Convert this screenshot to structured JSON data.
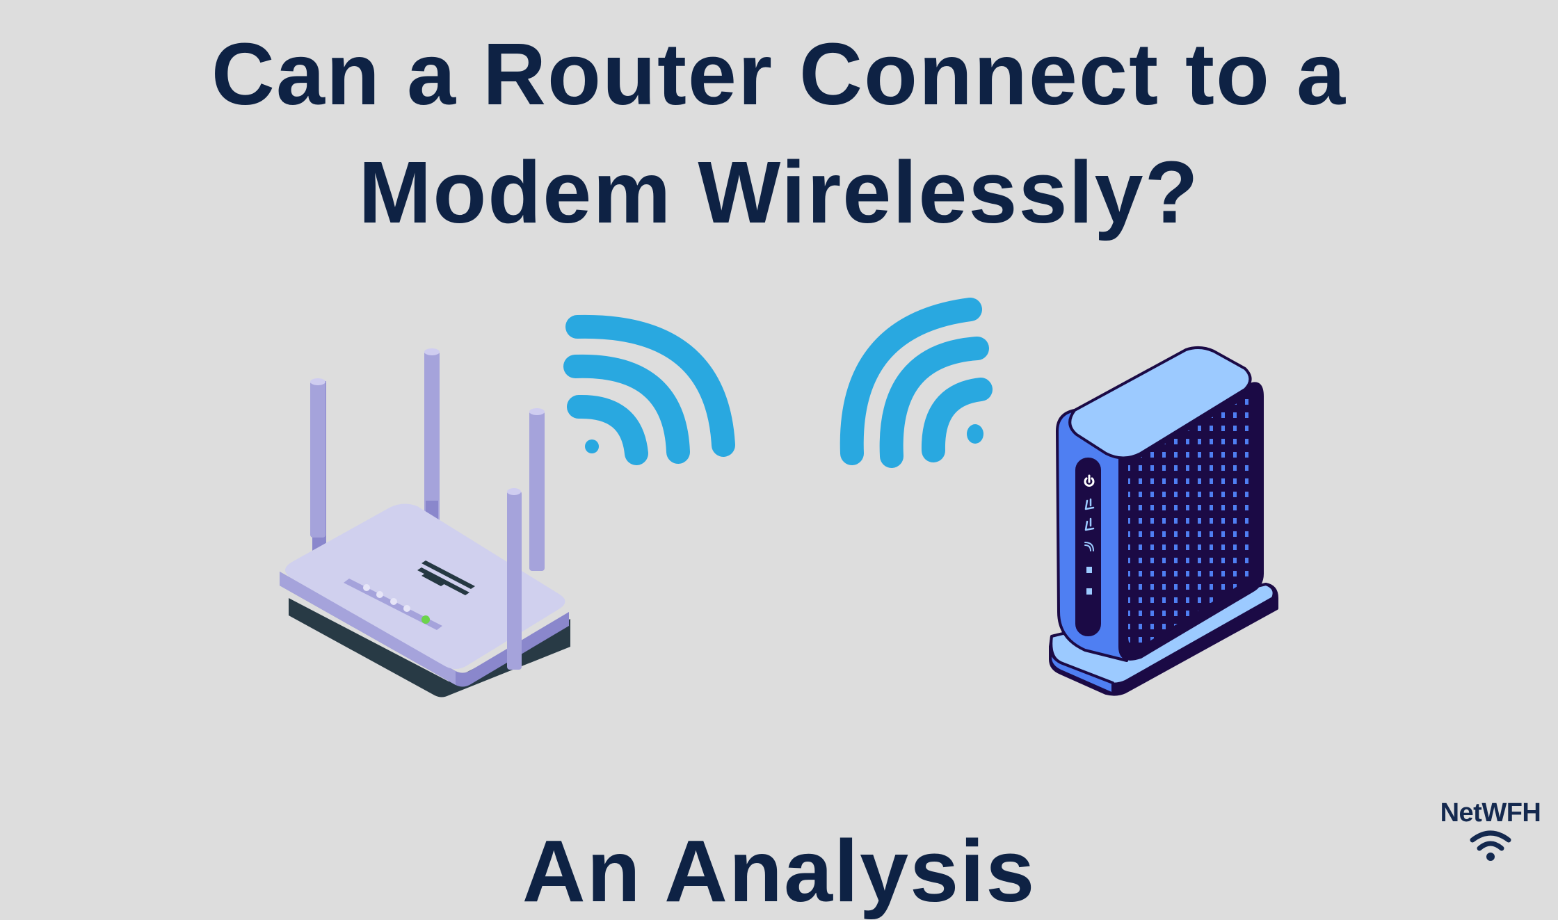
{
  "title": {
    "line1": "Can a Router Connect to a",
    "line2": "Modem Wirelessly?"
  },
  "subtitle": "An Analysis",
  "illustrations": {
    "router": {
      "icon": "router-icon",
      "antennas": 4,
      "status_leds": 5,
      "active_led_color": "#6bd44a"
    },
    "modem": {
      "icon": "cable-modem-icon",
      "status_icons": [
        "power-icon",
        "upload-icon",
        "download-icon",
        "wifi-icon",
        "square-icon",
        "square-icon"
      ]
    },
    "signal_left": {
      "icon": "wifi-signal-icon"
    },
    "signal_right": {
      "icon": "wifi-signal-icon"
    }
  },
  "logo": {
    "text": "NetWFH",
    "icon": "wifi-icon"
  },
  "colors": {
    "background": "#dddddd",
    "title": "#0e2244",
    "wifi_waves": "#29a8e0",
    "router_body": "#d0d0ee",
    "router_edge": "#a5a3db",
    "modem_front": "#1b0a45",
    "modem_side": "#4f7ff2",
    "modem_top": "#9ccaff"
  }
}
